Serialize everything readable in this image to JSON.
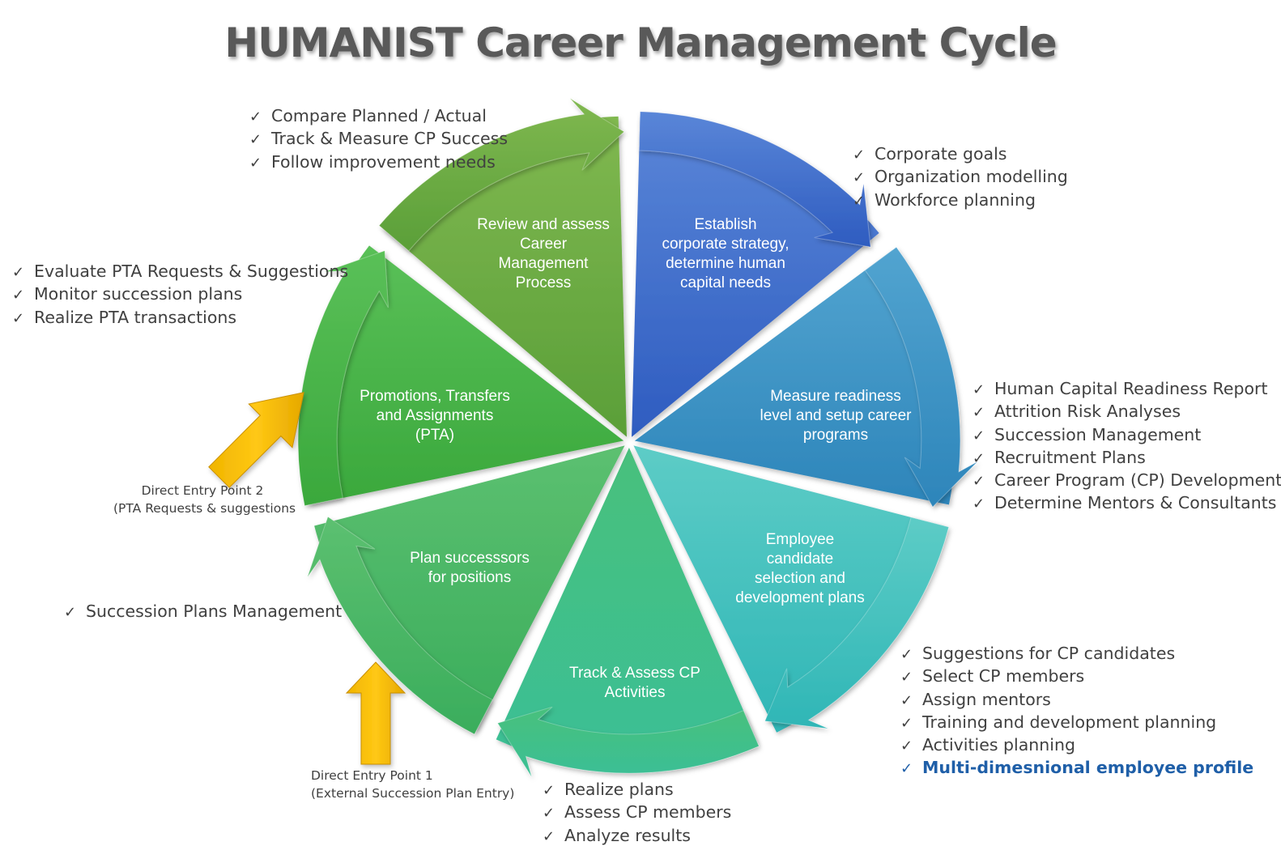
{
  "title": "HUMANIST Career Management Cycle",
  "colors": {
    "establish": "#3f6fcc",
    "measure": "#3593c4",
    "employee": "#3cbdbd",
    "track": "#3fbf8a",
    "plan": "#4dbb62",
    "pta": "#43b449",
    "review": "#6cae45",
    "entry_arrow": "#ffc000",
    "highlight_text": "#1f5fa8"
  },
  "segments": [
    {
      "id": "establish",
      "label": "Establish corporate strategy, determine human capital needs",
      "lines": [
        "Establish",
        "corporate strategy,",
        "determine human",
        "capital needs"
      ]
    },
    {
      "id": "measure",
      "label": "Measure readiness level and setup career programs",
      "lines": [
        "Measure readiness",
        "level and setup career",
        "programs"
      ]
    },
    {
      "id": "employee",
      "label": "Employee candidate selection and development plans",
      "lines": [
        "Employee",
        "candidate",
        "selection and",
        "development plans"
      ]
    },
    {
      "id": "track",
      "label": "Track & Assess CP Activities",
      "lines": [
        "Track & Assess CP",
        "Activities"
      ]
    },
    {
      "id": "plan",
      "label": "Plan successsors for positions",
      "lines": [
        "Plan successsors",
        "for positions"
      ]
    },
    {
      "id": "pta",
      "label": "Promotions, Transfers and Assignments (PTA)",
      "lines": [
        "Promotions, Transfers",
        "and Assignments",
        "(PTA)"
      ]
    },
    {
      "id": "review",
      "label": "Review and assess Career Management Process",
      "lines": [
        "Review and assess",
        "Career",
        "Management",
        "Process"
      ]
    }
  ],
  "checklists": {
    "review": [
      "Compare Planned / Actual",
      "Track & Measure CP Success",
      "Follow improvement needs"
    ],
    "establish": [
      "Corporate goals",
      "Organization modelling",
      "Workforce planning"
    ],
    "pta": [
      "Evaluate PTA Requests & Suggestions",
      "Monitor succession plans",
      "Realize PTA transactions"
    ],
    "measure": [
      "Human Capital Readiness Report",
      "Attrition Risk Analyses",
      "Succession Management",
      "Recruitment Plans",
      "Career Program (CP) Development",
      "Determine Mentors & Consultants"
    ],
    "plan": [
      "Succession Plans Management"
    ],
    "employee": [
      "Suggestions for CP candidates",
      "Select CP members",
      "Assign mentors",
      "Training and development planning",
      "Activities planning"
    ],
    "employee_highlight": "Multi-dimesnional employee profile",
    "track": [
      "Realize plans",
      "Assess CP members",
      "Analyze results"
    ]
  },
  "check_symbol": "✓",
  "entry_points": {
    "point2": {
      "line1": "Direct Entry Point 2",
      "line2": "(PTA Requests & suggestions"
    },
    "point1": {
      "line1": "Direct Entry Point 1",
      "line2": "(External Succession Plan Entry)"
    }
  }
}
